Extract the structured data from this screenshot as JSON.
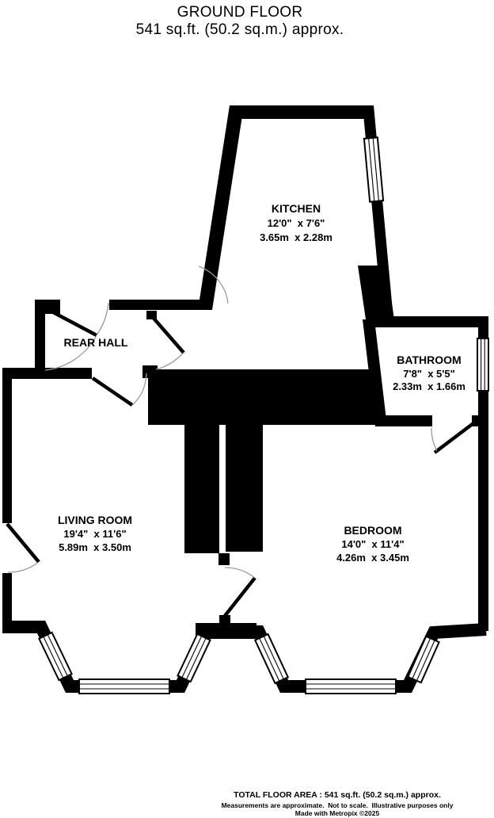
{
  "title": {
    "line1": "GROUND FLOOR",
    "line2": "541 sq.ft. (50.2 sq.m.) approx."
  },
  "rooms": {
    "kitchen": {
      "name": "KITCHEN",
      "imperial": "12'0\"  x 7'6\"",
      "metric": "3.65m  x 2.28m"
    },
    "rear_hall": {
      "name": "REAR HALL"
    },
    "bathroom": {
      "name": "BATHROOM",
      "imperial": "7'8\"  x 5'5\"",
      "metric": "2.33m  x 1.66m"
    },
    "living_room": {
      "name": "LIVING ROOM",
      "imperial": "19'4\"  x 11'6\"",
      "metric": "5.89m  x 3.50m"
    },
    "bedroom": {
      "name": "BEDROOM",
      "imperial": "14'0\"  x 11'4\"",
      "metric": "4.26m  x 3.45m"
    }
  },
  "footer": {
    "total": "TOTAL FLOOR AREA : 541 sq.ft. (50.2 sq.m.) approx.",
    "disclaimer": "Measurements are approximate.  Not to scale.  Illustrative purposes only",
    "credit": "Made with Metropix ©2025"
  },
  "colors": {
    "wall": "#000000",
    "background": "#ffffff",
    "door_arc": "#9a9a9a"
  }
}
